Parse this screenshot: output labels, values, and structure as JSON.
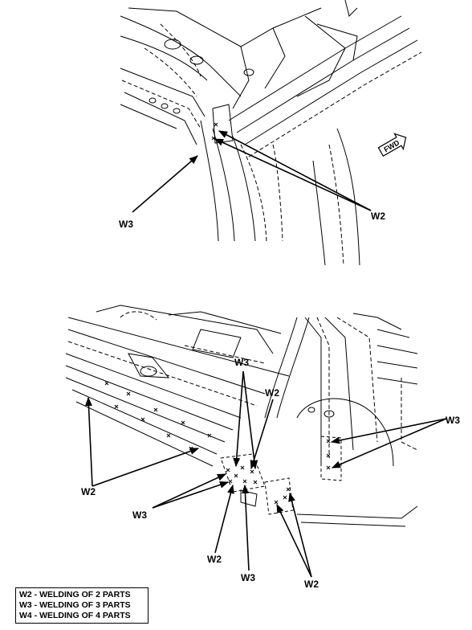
{
  "diagram": {
    "top_view": {
      "callouts": {
        "w3": "W3",
        "w2": "W2"
      },
      "direction": {
        "label": "FWD",
        "icon": "fwd-arrow-icon"
      }
    },
    "bottom_view": {
      "callouts": {
        "w3_top": "W3",
        "w2_upper": "W2",
        "w3_right": "W3",
        "w2_left": "W2",
        "w3_left": "W3",
        "w2_bottom": "W2",
        "w3_bottom": "W3",
        "w2_bottom_right": "W2"
      }
    },
    "legend": [
      "W2 - WELDING OF 2 PARTS",
      "W3 - WELDING OF 3 PARTS",
      "W4 - WELDING OF 4 PARTS"
    ]
  }
}
